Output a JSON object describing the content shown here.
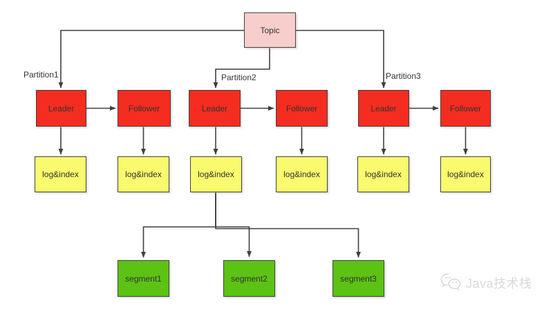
{
  "diagram": {
    "title_node": "Topic",
    "partition_labels": [
      "Partition1",
      "Partition2",
      "Partition3"
    ],
    "leader_label": "Leader",
    "follower_label": "Follower",
    "store_label": "log&index",
    "segments": [
      "segment1",
      "segment2",
      "segment3"
    ]
  },
  "watermark": {
    "text": "Java技术栈",
    "icon": "wechat-chat-bubbles"
  },
  "colors": {
    "topic_fill": "#F8CECC",
    "node_red": "#F42D20",
    "store_yellow": "#FAFA6E",
    "segment_green": "#5CC213",
    "border": "#424242",
    "line": "#3F3F3F",
    "watermark_gray": "#D9D9D9"
  }
}
